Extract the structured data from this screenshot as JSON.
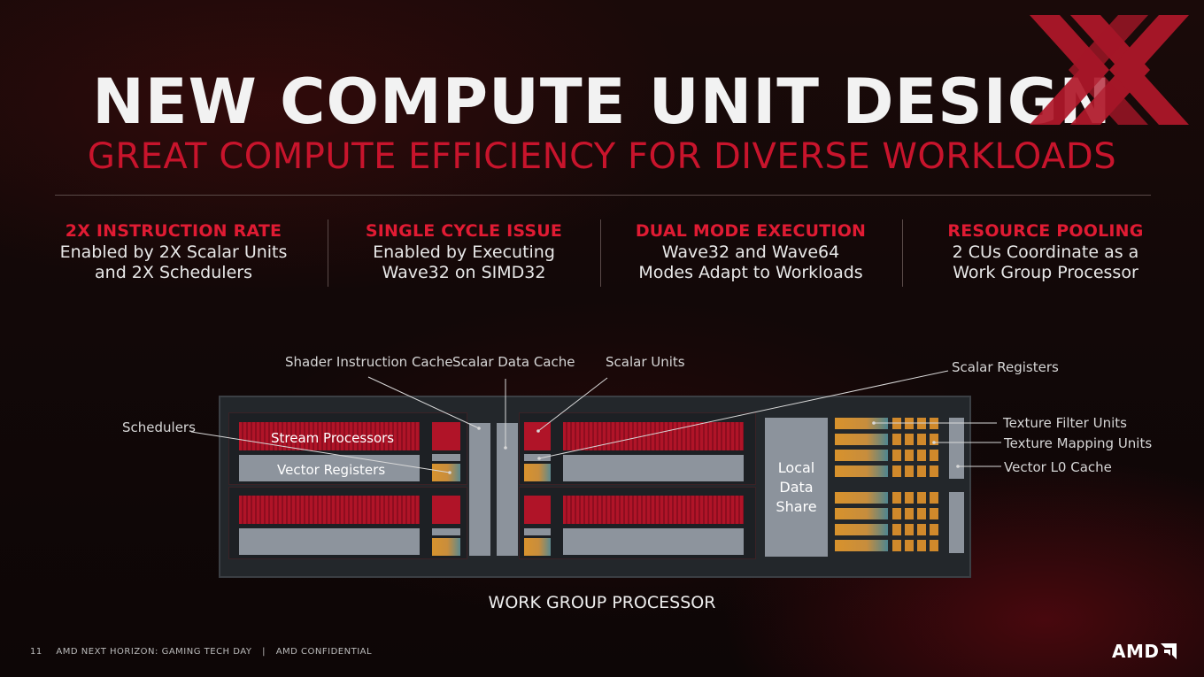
{
  "title": "NEW COMPUTE UNIT DESIGN",
  "subtitle": "GREAT COMPUTE EFFICIENCY FOR DIVERSE WORKLOADS",
  "features": [
    {
      "heading": "2X INSTRUCTION RATE",
      "line1": "Enabled by 2X Scalar Units",
      "line2": "and 2X Schedulers"
    },
    {
      "heading": "SINGLE CYCLE ISSUE",
      "line1": "Enabled by Executing",
      "line2": "Wave32 on SIMD32"
    },
    {
      "heading": "DUAL MODE EXECUTION",
      "line1": "Wave32 and Wave64",
      "line2": "Modes Adapt to Workloads"
    },
    {
      "heading": "RESOURCE POOLING",
      "line1": "2 CUs Coordinate as a",
      "line2": "Work Group Processor"
    }
  ],
  "diagram": {
    "labels": {
      "shader_instruction_cache": "Shader Instruction Cache",
      "scalar_data_cache": "Scalar Data Cache",
      "scalar_units": "Scalar Units",
      "scalar_registers": "Scalar Registers",
      "schedulers": "Schedulers",
      "stream_processors": "Stream Processors",
      "vector_registers": "Vector Registers",
      "texture_filter_units": "Texture Filter Units",
      "texture_mapping_units": "Texture Mapping Units",
      "vector_l0_cache": "Vector L0 Cache",
      "lds_line1": "Local",
      "lds_line2": "Data",
      "lds_line3": "Share"
    },
    "caption": "WORK GROUP PROCESSOR"
  },
  "footer": {
    "page_number": "11",
    "event": "AMD NEXT HORIZON: GAMING TECH DAY",
    "separator": "|",
    "confidentiality": "AMD CONFIDENTIAL"
  },
  "logo_text": "AMD",
  "colors": {
    "accent_red": "#c8142c",
    "heading_red": "#e01b33",
    "orange": "#d0892b",
    "gray_block": "#8c939c"
  }
}
